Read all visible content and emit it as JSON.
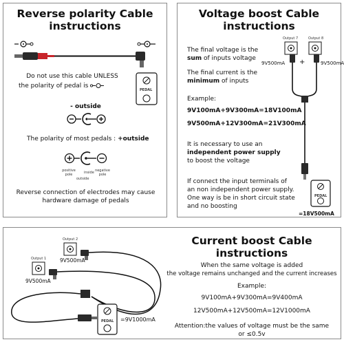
{
  "left_panel": {
    "title_line1": "Reverse polarity Cable",
    "title_line2": "instructions",
    "warning_line1": "Do not use this cable UNLESS",
    "warning_line2": "the polarity of pedal is",
    "pedal_label": "PEDAL",
    "outside_negative": "- outside",
    "most_pedals_text": "The polarity of most pedals :",
    "most_pedals_bold": "+outside",
    "positive_pole": "positive pole",
    "outside_label": "outside",
    "inside_label": "inside",
    "negative_pole": "negative pole",
    "warning2_line1": "Reverse connection of electrodes may cause",
    "warning2_line2": "hardware damage of pedals"
  },
  "right_panel": {
    "title_line1": "Voltage boost Cable",
    "title_line2": "instructions",
    "output7": "Output 7",
    "output8": "Output 8",
    "v_left": "9V500mA",
    "v_right": "9V500mA",
    "plus": "+",
    "line1a": "The final voltage is the",
    "line1b_bold": "sum",
    "line1b_rest": " of inputs voltage",
    "line2a": "The final current is the",
    "line2b_bold": "minimum",
    "line2b_rest": " of inputs",
    "example": "Example:",
    "ex1": "9V100mA+9V300mA=18V100mA",
    "ex2": "9V500mA+12V300mA=21V300mA",
    "nec1": "It is necessary to use an",
    "nec2_bold": "independent power supply",
    "nec3": "to boost the voltage",
    "if1": "If connect the input terminals of",
    "if2": "an non independent power supply.",
    "if3": "One way is be in short circuit state",
    "if4": "and no boosting",
    "pedal_label": "PEDAL",
    "result": "=18V500mA"
  },
  "bottom_panel": {
    "title_line1": "Current boost Cable",
    "title_line2": "instructions",
    "output1": "Output 1",
    "output2": "Output 2",
    "v1": "9V500mA",
    "v2": "9V500mA",
    "pedal_label": "PEDAL",
    "result": "=9V1000mA",
    "same_line1": "When the same voltage is added",
    "same_line2": "the voltage remains unchanged and the current increases",
    "example": "Example:",
    "ex1": "9V100mA+9V300mA=9V400mA",
    "ex2": "12V500mA+12V500mA=12V1000mA",
    "attention1": "Attention:the values of voltage must be the same",
    "attention2": "or ≤0.5v"
  }
}
